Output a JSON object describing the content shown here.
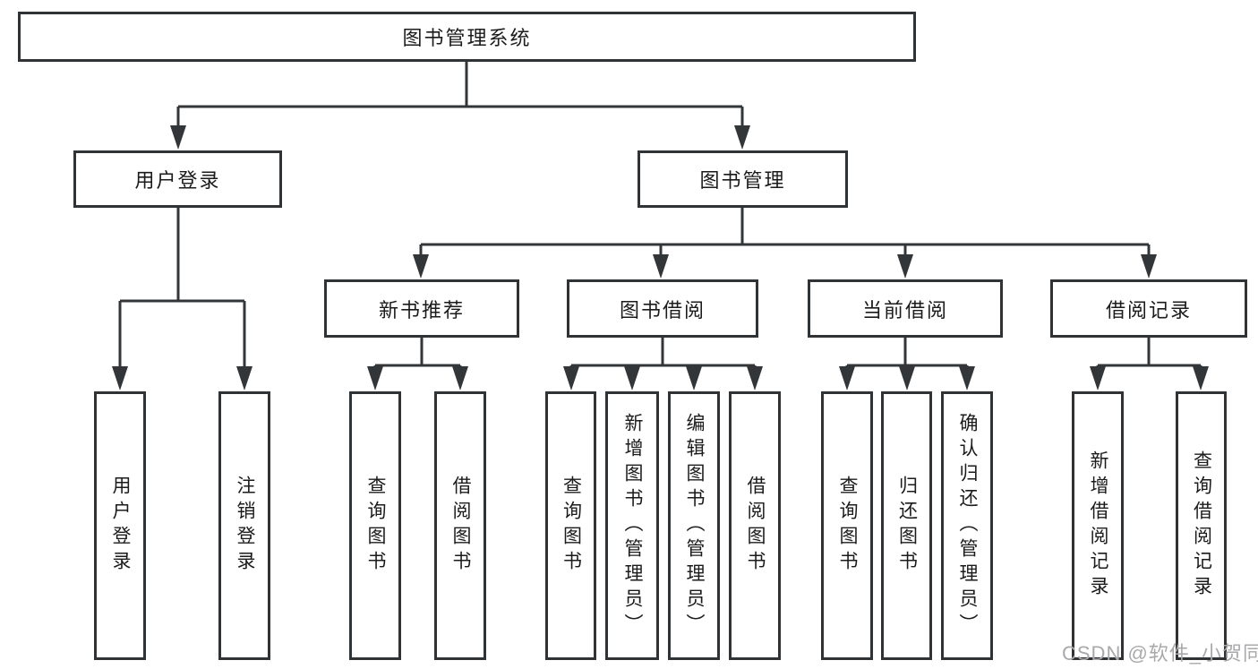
{
  "diagram": {
    "title_node": "图书管理系统",
    "colors": {
      "line": "#333639",
      "box_border": "#303336",
      "box_bg": "#ffffff",
      "text": "#1b1b1b",
      "watermark": "#a9a9ab"
    },
    "root": {
      "label": "图书管理系统",
      "children": [
        {
          "label": "用户登录",
          "children": [
            {
              "label": "用户登录"
            },
            {
              "label": "注销登录"
            }
          ]
        },
        {
          "label": "图书管理",
          "children": [
            {
              "label": "新书推荐",
              "children": [
                {
                  "label": "查询图书"
                },
                {
                  "label": "借阅图书"
                }
              ]
            },
            {
              "label": "图书借阅",
              "children": [
                {
                  "label": "查询图书"
                },
                {
                  "label": "新增图书（管理员）"
                },
                {
                  "label": "编辑图书（管理员）"
                },
                {
                  "label": "借阅图书"
                }
              ]
            },
            {
              "label": "当前借阅",
              "children": [
                {
                  "label": "查询图书"
                },
                {
                  "label": "归还图书"
                },
                {
                  "label": "确认归还（管理员）"
                }
              ]
            },
            {
              "label": "借阅记录",
              "children": [
                {
                  "label": "新增借阅记录"
                },
                {
                  "label": "查询借阅记录"
                }
              ]
            }
          ]
        }
      ]
    },
    "watermark": {
      "text": "CSDN @软件_小贺同学"
    }
  }
}
